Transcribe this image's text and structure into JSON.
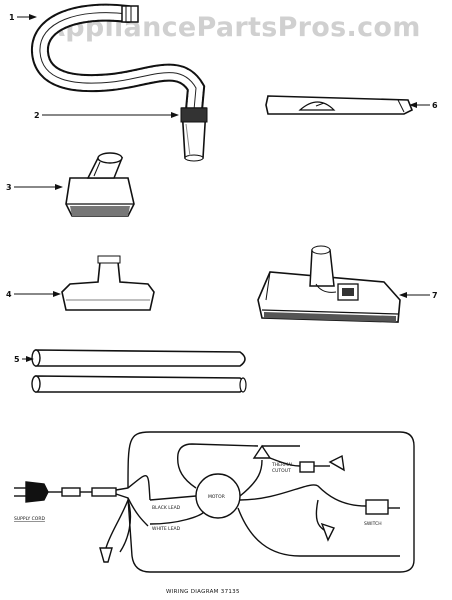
{
  "watermark": "AppliancePartsPros.com",
  "callouts": [
    "1",
    "2",
    "3",
    "4",
    "5",
    "6",
    "7"
  ],
  "wiring": {
    "supply_cord": "SUPPLY CORD",
    "black_lead": "BLACK LEAD",
    "white_lead": "WHITE LEAD",
    "motor": "MOTOR",
    "thermal_cutout": [
      "THERMAL",
      "CUTOUT"
    ],
    "switch": "SWITCH",
    "caption": "WIRING DIAGRAM 37135"
  }
}
